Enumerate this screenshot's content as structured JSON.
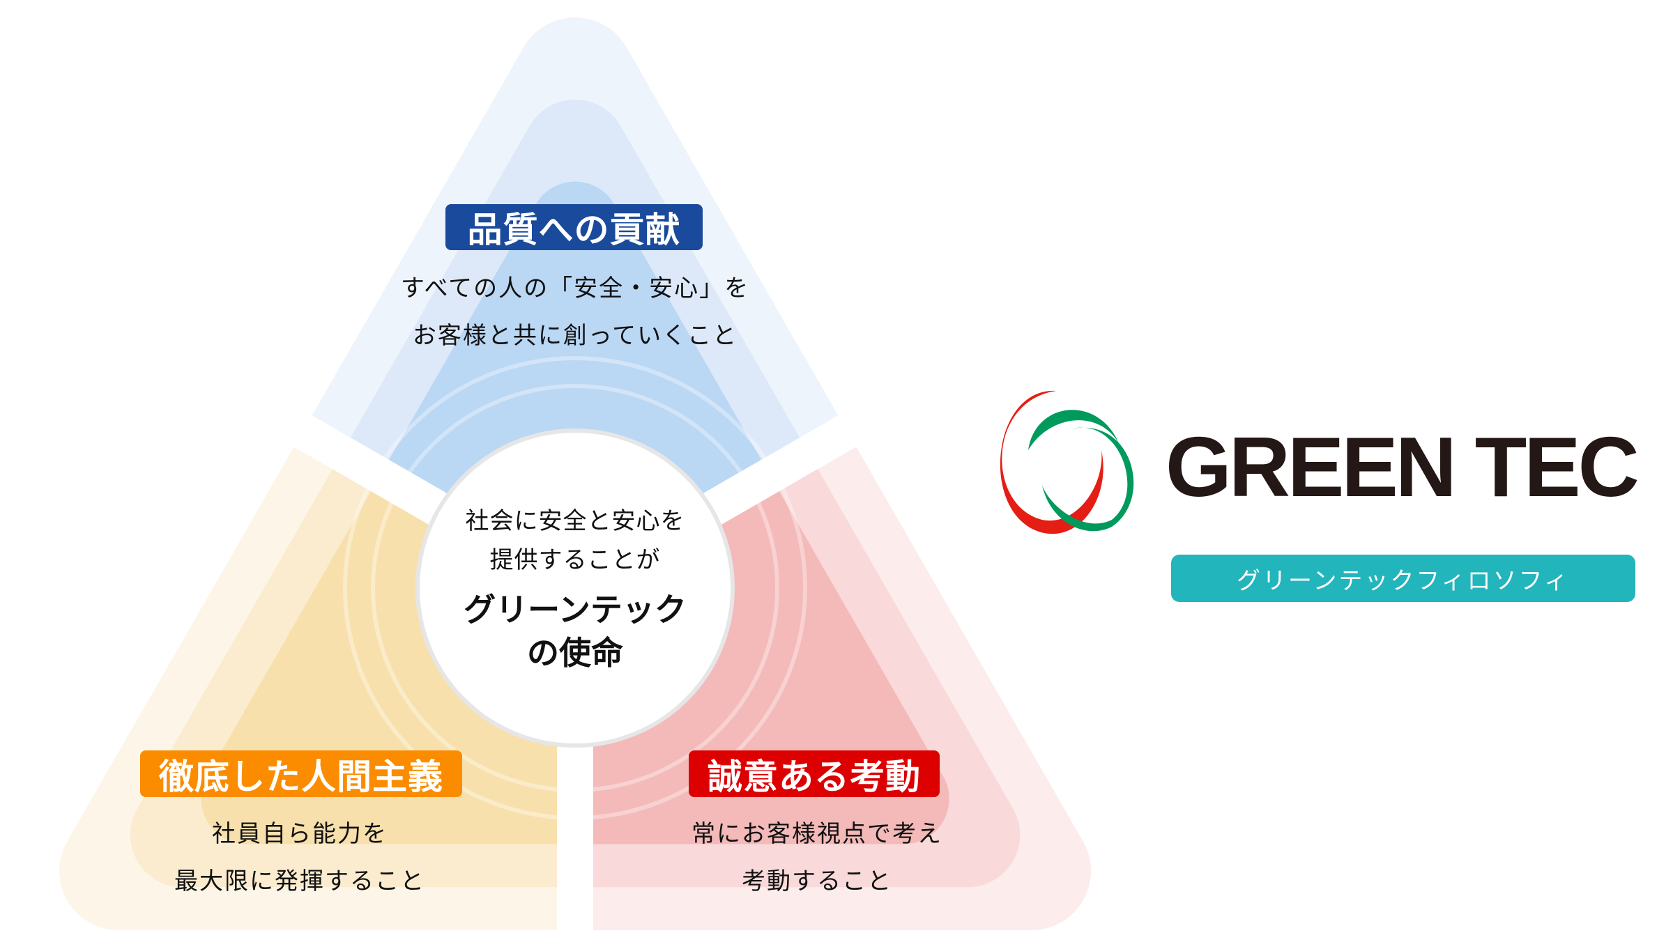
{
  "sectors": {
    "quality": {
      "title": "品質への貢献",
      "lines": [
        "すべての人の「安全・安心」を",
        "お客様と共に創っていくこと"
      ],
      "accent": "#1a4a9c",
      "layers": [
        "#eef4fc",
        "#dde9f8",
        "#bad7f4"
      ]
    },
    "humanism": {
      "title": "徹底した人間主義",
      "lines": [
        "社員自ら能力を",
        "最大限に発揮すること"
      ],
      "accent": "#fb8c00",
      "layers": [
        "#fdf6e8",
        "#fbeccf",
        "#f8e0ad"
      ]
    },
    "sincerity": {
      "title": "誠意ある考動",
      "lines": [
        "常にお客様視点で考え",
        "考動すること"
      ],
      "accent": "#dc0000",
      "layers": [
        "#fcecec",
        "#f9d9d9",
        "#f4b9b9"
      ]
    }
  },
  "center": {
    "sub_lines": [
      "社会に安全と安心を",
      "提供することが"
    ],
    "main_lines": [
      "グリーンテック",
      "の使命"
    ]
  },
  "brand": {
    "name": "GREEN TEC",
    "philosophy_label": "グリーンテックフィロソフィ",
    "teal": "#22b5bb",
    "logo_red": "#e41e14",
    "logo_green": "#009a5c"
  }
}
